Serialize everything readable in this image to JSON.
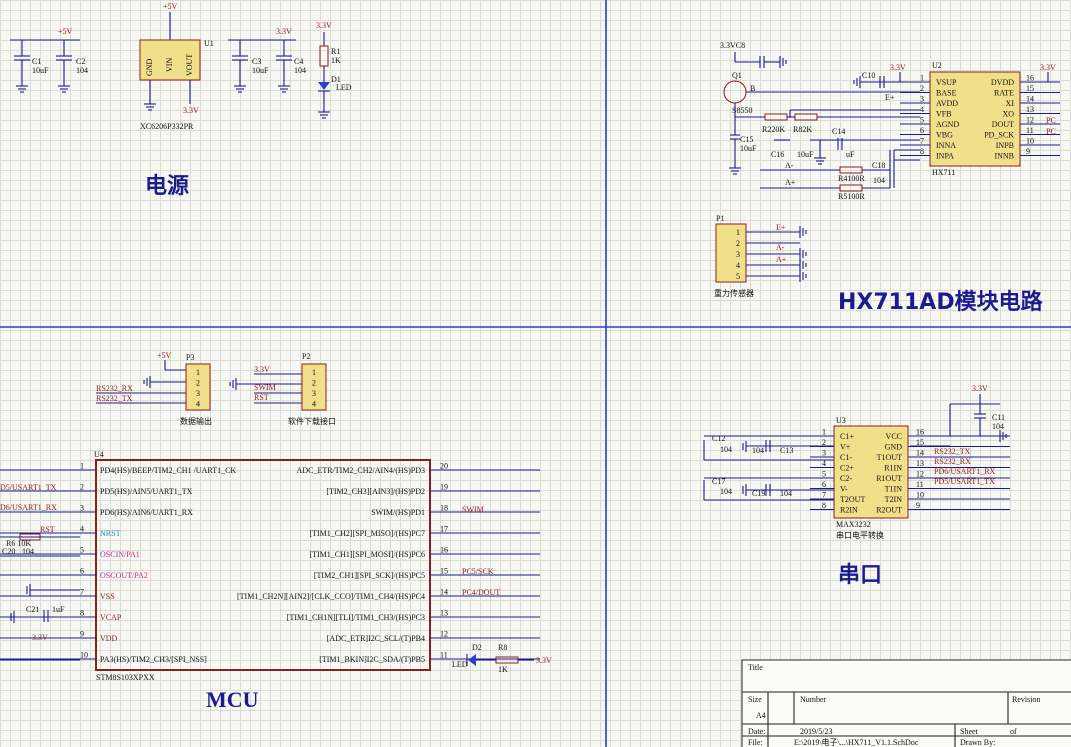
{
  "sections": {
    "power": "电源",
    "hx711": "HX711AD模块电路",
    "serial": "串口",
    "mcu": "MCU"
  },
  "power": {
    "c1": {
      "ref": "C1",
      "val": "10uF"
    },
    "c2": {
      "ref": "C2",
      "val": "104"
    },
    "c3": {
      "ref": "C3",
      "val": "10uF"
    },
    "c4": {
      "ref": "C4",
      "val": "104"
    },
    "u1": {
      "ref": "U1",
      "pin_gnd": "GND",
      "pin_vin": "VIN",
      "pin_vout": "VOUT",
      "part": "XC6206P332PR"
    },
    "r1": {
      "ref": "R1",
      "val": "1K"
    },
    "d1": {
      "ref": "D1",
      "val": "LED"
    },
    "plus5v": "+5V",
    "v33": "3.3V"
  },
  "hx711": {
    "c8": "3.3VC8",
    "q1": "Q1",
    "q1_part": "S8550",
    "q1_b": "B",
    "c15": {
      "ref": "C15",
      "val": "10uF"
    },
    "r_220k": "R220K",
    "r_82k": "R82K",
    "c16": "C16",
    "c16_val": "10uF",
    "c14": "C14",
    "c14_val": "uF",
    "c10": "C10",
    "c18": "C18",
    "c18_val": "104",
    "r4": "R4100R",
    "r5": "R5100R",
    "e_plus": "E+",
    "a_minus": "A-",
    "a_plus": "A+",
    "u2": "U2",
    "part": "HX711",
    "left_pins": [
      "VSUP",
      "BASE",
      "AVDD",
      "VFB",
      "AGND",
      "VBG",
      "INNA",
      "INPA"
    ],
    "left_nums": [
      "1",
      "2",
      "3",
      "4",
      "5",
      "6",
      "7",
      "8"
    ],
    "right_pins": [
      "DVDD",
      "RATE",
      "XI",
      "XO",
      "DOUT",
      "PD_SCK",
      "INPB",
      "INNB"
    ],
    "right_nums": [
      "16",
      "15",
      "14",
      "13",
      "12",
      "11",
      "10",
      "9"
    ],
    "right_nets": [
      "PC",
      "PC"
    ],
    "v33": "3.3V",
    "p1": "P1",
    "p1_pins": [
      "1",
      "2",
      "3",
      "4",
      "5"
    ],
    "p1_nets": [
      "E+",
      "A-",
      "A+"
    ],
    "p1_label": "重力传感器"
  },
  "serial": {
    "v33": "3.3V",
    "c11": {
      "ref": "C11",
      "val": "104"
    },
    "c12": {
      "ref": "C12",
      "val": "104"
    },
    "c13": {
      "ref": "C13",
      "val": "104"
    },
    "c17": {
      "ref": "C17",
      "val": "104"
    },
    "c19": {
      "ref": "C19",
      "val": "104"
    },
    "u3": "U3",
    "left_pins": [
      "C1+",
      "V+",
      "C1-",
      "C2+",
      "C2-",
      "V-",
      "T2OUT",
      "R2IN"
    ],
    "left_nums": [
      "1",
      "2",
      "3",
      "4",
      "5",
      "6",
      "7",
      "8"
    ],
    "right_pins": [
      "VCC",
      "GND",
      "T1OUT",
      "R1IN",
      "R1OUT",
      "T1IN",
      "T2IN",
      "R2OUT"
    ],
    "right_nums": [
      "16",
      "15",
      "14",
      "13",
      "12",
      "11",
      "10",
      "9"
    ],
    "right_nets": [
      "RS232_TX",
      "RS232_RX",
      "PD6/USART1_RX",
      "PD5/USART1_TX"
    ],
    "part": "MAX3232",
    "label": "串口电平转换"
  },
  "mcu": {
    "p3": "P3",
    "p3_pins": [
      "1",
      "2",
      "3",
      "4"
    ],
    "p3_nets": [
      "+5V",
      "RS232_RX",
      "RS232_TX"
    ],
    "p3_label": "数据输出",
    "p2": "P2",
    "p2_pins": [
      "1",
      "2",
      "3",
      "4"
    ],
    "p2_nets": [
      "3.3V",
      "SWIM",
      "RST"
    ],
    "p2_label": "软件下载接口",
    "u4": "U4",
    "left_pins": [
      "PD4(HS)/BEEP/TIM2_CH1 /UART1_CK",
      "PD5(HS)/AIN5/UART1_TX",
      "PD6(HS)/AIN6/UART1_RX",
      "NRST",
      "OSCIN/PA1",
      "OSCOUT/PA2",
      "VSS",
      "VCAP",
      "VDD",
      "PA3(HS)/TIM2_CH3/[SPI_NSS]"
    ],
    "left_nums": [
      "1",
      "2",
      "3",
      "4",
      "5",
      "6",
      "7",
      "8",
      "9",
      "10"
    ],
    "right_pins": [
      "ADC_ETR/TIM2_CH2/AIN4/(HS)PD3",
      "[TIM2_CH3][AIN3]/(HS)PD2",
      "SWIM/(HS)PD1",
      "[TIM1_CH2][SPI_MISO]/(HS)PC7",
      "[TIM1_CH1][SPI_MOSI]/(HS)PC6",
      "[TIM2_CH1][SPI_SCK]/(HS)PC5",
      "[TIM1_CH2N][AIN2]/[CLK_CCO]/TIM1_CH4/(HS)PC4",
      "[TIM1_CH1N][TLI]/TIM1_CH3/(HS)PC3",
      "[ADC_ETR]I2C_SCL/(T)PB4",
      "[TIM1_BKIN]I2C_SDA/(T)PB5"
    ],
    "right_nums": [
      "20",
      "19",
      "18",
      "17",
      "16",
      "15",
      "14",
      "13",
      "12",
      "11"
    ],
    "left_nets": [
      "D5/USART1_TX",
      "D6/USART1_RX",
      "RST"
    ],
    "right_nets": [
      "SWIM",
      "PC5/SCK",
      "PC4/DOUT"
    ],
    "part": "STM8S103XPXX",
    "r6": "R6 10K",
    "c20": "C20",
    "c20_val": "104",
    "c21": "C21",
    "c21_val": "1uF",
    "v33": "3.3V",
    "d2": "D2",
    "r8": "R8",
    "r8_val": "1K",
    "led": "LED"
  },
  "titleblock": {
    "title": "Title",
    "size": "Size",
    "number": "Number",
    "revision": "Revision",
    "size_val": "A4",
    "date": "Date:",
    "date_val": "2019/5/23",
    "file": "File:",
    "file_val": "E:\\2019\\电子\\...\\HX711_V1.1.SchDoc",
    "sheet": "Sheet",
    "of": "of",
    "drawn": "Drawn By:"
  }
}
